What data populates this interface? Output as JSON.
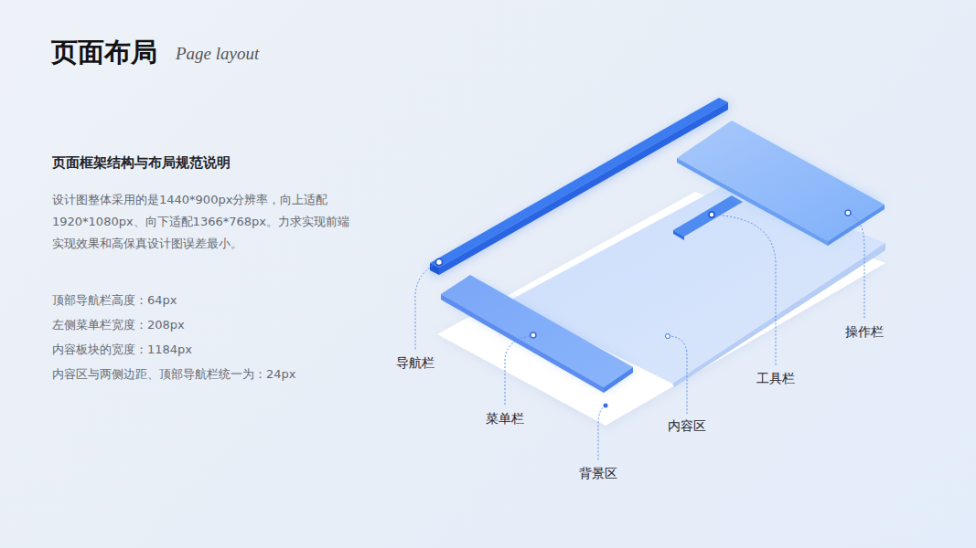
{
  "diagram": {
    "title": "页面布局",
    "labels": [
      "Page layout",
      "页面框架结构与布局规范说明",
      "设计图整体采用的是1440*900px分辨率，向上适配1920*1080px、向下适配1366*768px。力求实现前端实现效果和高保真设计图误差最小。",
      "顶部导航栏高度：64px",
      "左侧菜单栏宽度：208px",
      "内容板块的宽度：1184px",
      "内容区与两侧边距、顶部导航栏统一为：24px",
      "导航栏",
      "菜单栏",
      "背景区",
      "内容区",
      "工具栏",
      "操作栏"
    ]
  }
}
